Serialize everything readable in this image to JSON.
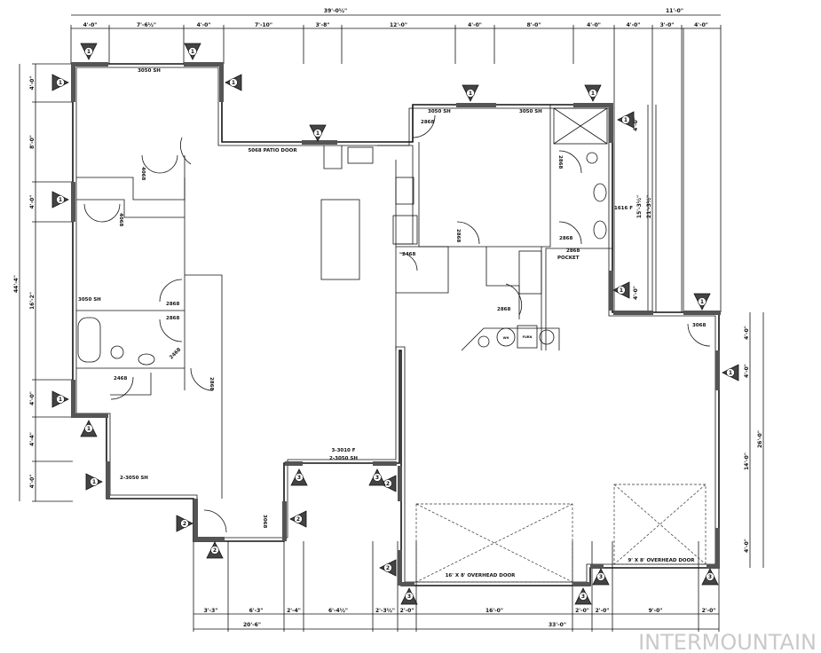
{
  "plan": {
    "overall_dims": {
      "top": "39'-0½\"",
      "top_right": "11'-0\"",
      "left": "44'-4\"",
      "bottom_left": "20'-6\"",
      "bottom_right": "33'-0\"",
      "right": "26'-0\""
    },
    "top_dims": [
      "4'-0\"",
      "7'-6½\"",
      "4'-0\"",
      "7'-10\"",
      "3'-8\"",
      "12'-0\"",
      "4'-0\"",
      "8'-0\"",
      "4'-0\"",
      "4'-0\"",
      "3'-0\"",
      "4'-0\""
    ],
    "left_dims": [
      "4'-0\"",
      "8'-0\"",
      "4'-0\"",
      "16'-2\"",
      "4'-0\"",
      "4'-4\"",
      "4'-0\""
    ],
    "bottom_dims": [
      "3'-3\"",
      "6'-3\"",
      "2'-4\"",
      "6'-4½\"",
      "2'-3½\"",
      "2'-0\"",
      "16'-0\"",
      "2'-0\"",
      "2'-0\"",
      "9'-0\"",
      "2'-0\""
    ],
    "right_dims": [
      "4'-0\"",
      "15'-3½\"",
      "21'-3½\"",
      "4'-0\"",
      "4'-0\"",
      "4'-0\"",
      "14'-0\"",
      "4'-0\""
    ],
    "labels": {
      "bed2_window": "3050 SH",
      "patio_door": "5068 PATIO DOOR",
      "closet_door_a": "4068",
      "closet_door_b": "4068",
      "bed3_window": "3050 SH",
      "bed3_door": "2868",
      "bath_door": "2868",
      "linen_door": "2468",
      "hall_door": "2868",
      "closet_door_c": "2468",
      "bed4_window": "2-3050 SH",
      "master_window_a": "3050 SH",
      "master_window_b": "3050 SH",
      "master_door": "2868",
      "pantry_door": "2468",
      "laundry_door": "2868",
      "mbath_door": "2868",
      "wc_door": "2868",
      "pocket_door": "2868",
      "pocket_note": "POCKET",
      "mbath_window": "1616 F",
      "garage_side_door": "3068",
      "front_windows_a": "3-3010 F",
      "front_windows_b": "2-3050 SH",
      "garage_door_1": "16' X 8' OVERHEAD DOOR",
      "garage_door_2": "9' X 8' OVERHEAD DOOR",
      "mud_door": "2868",
      "entry_door": "3068",
      "water_heater": "WH",
      "furnace": "FURN"
    },
    "wall_markers": [
      "1",
      "1",
      "1",
      "1",
      "1",
      "1",
      "1",
      "1",
      "1",
      "1",
      "1",
      "1",
      "1",
      "1",
      "1",
      "2",
      "2",
      "2",
      "2",
      "2",
      "3",
      "3",
      "3",
      "3",
      "3",
      "3"
    ],
    "watermark": "INTERMOUNTAIN"
  }
}
